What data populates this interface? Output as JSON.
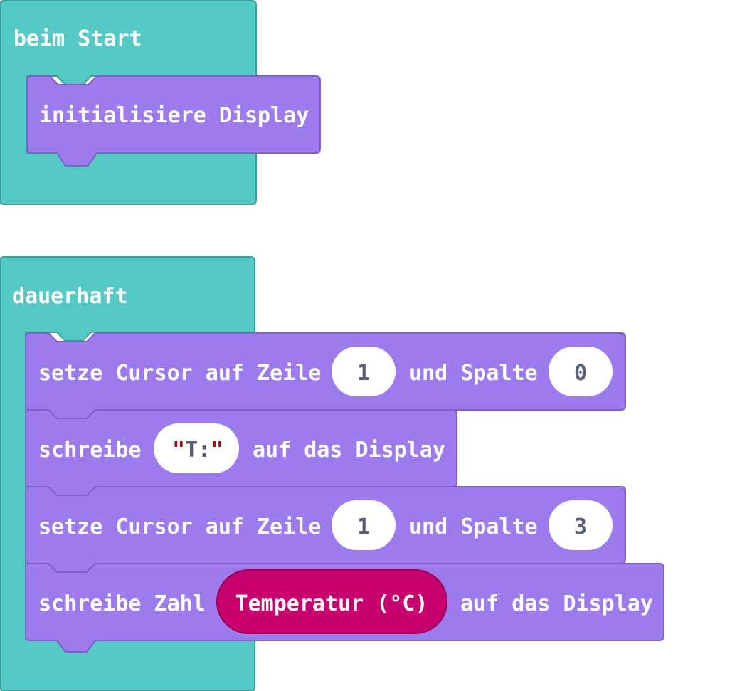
{
  "colors": {
    "event_block": "#55c9c6",
    "event_border": "#3c9f9c",
    "display_block": "#9d7bed",
    "display_border": "#7f5fc8",
    "slot_bg": "#ffffff",
    "slot_text": "#575e75",
    "string_quote": "#a31515",
    "sensor_block": "#c8006e",
    "sensor_border": "#9a0055"
  },
  "on_start": {
    "header": "beim Start",
    "blocks": [
      {
        "label": "initialisiere Display"
      }
    ]
  },
  "forever": {
    "header": "dauerhaft",
    "blocks": [
      {
        "prefix": "setze Cursor auf Zeile",
        "row": "1",
        "middle": "und Spalte",
        "col": "0"
      },
      {
        "prefix": "schreibe",
        "quote_open": "\"",
        "string_value": "T:",
        "quote_close": "\"",
        "suffix": "auf das Display"
      },
      {
        "prefix": "setze Cursor auf Zeile",
        "row": "1",
        "middle": "und Spalte",
        "col": "3"
      },
      {
        "prefix": "schreibe Zahl",
        "sensor": "Temperatur (°C)",
        "suffix": "auf das Display"
      }
    ]
  }
}
